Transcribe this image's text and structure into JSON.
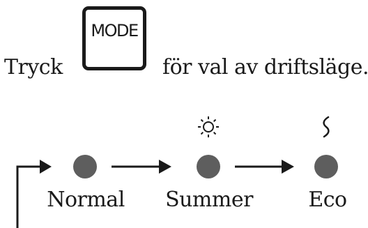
{
  "instruction": {
    "prefix": "Tryck",
    "suffix": "för val av driftsläge."
  },
  "mode_button": {
    "label": "MODE"
  },
  "modes": [
    {
      "label": "Normal",
      "icon": "none"
    },
    {
      "label": "Summer",
      "icon": "sun-icon"
    },
    {
      "label": "Eco",
      "icon": "wave-icon"
    }
  ],
  "colors": {
    "indicator": "#5e5e5e",
    "ink": "#1a1a1a"
  }
}
